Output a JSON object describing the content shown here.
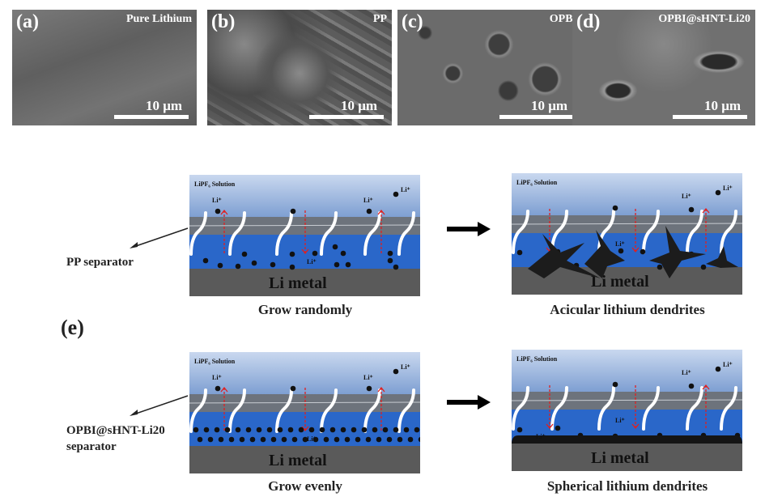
{
  "sem_panels": [
    {
      "label": "(a)",
      "title": "Pure Lithium",
      "scale": "10 μm"
    },
    {
      "label": "(b)",
      "title": "PP",
      "scale": "10 μm"
    },
    {
      "label": "(c)",
      "title": "OPBI",
      "scale": "10 μm"
    },
    {
      "label": "(d)",
      "title": "OPBI@sHNT-Li20",
      "scale": "10 μm"
    }
  ],
  "panel_e_label": "(e)",
  "schematic": {
    "solution": "LiPF₆ Solution",
    "metal": "Li metal",
    "ion": "Li⁺"
  },
  "rows": [
    {
      "separator": [
        "PP separator"
      ],
      "before_caption": "Grow randomly",
      "after_caption": "Acicular lithium dendrites"
    },
    {
      "separator": [
        "OPBI@sHNT-Li20",
        "separator"
      ],
      "before_caption": "Grow evenly",
      "after_caption": "Spherical lithium dendrites"
    }
  ]
}
